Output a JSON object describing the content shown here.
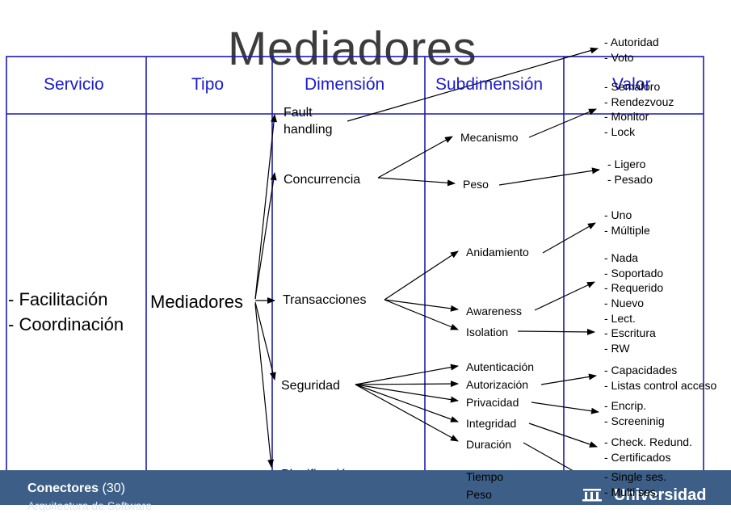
{
  "title": "Mediadores",
  "headers": [
    "Servicio",
    "Tipo",
    "Dimensión",
    "Subdimensión",
    "Valor"
  ],
  "servicio": [
    "- Facilitación",
    "- Coordinación"
  ],
  "tipo": "Mediadores",
  "dimensiones": {
    "fault": [
      "Fault",
      "handling"
    ],
    "concurrencia": "Concurrencia",
    "transacciones": "Transacciones",
    "seguridad": "Seguridad",
    "planificacion": "Planificación"
  },
  "subdimensiones": [
    "Mecanismo",
    "Peso",
    "Anidamiento",
    "Awareness",
    "Isolation",
    "Autenticación",
    "Autorización",
    "Privacidad",
    "Integridad",
    "Duración",
    "Tiempo",
    "Peso"
  ],
  "valores": {
    "fault": [
      "- Autoridad",
      "- Voto"
    ],
    "mecanismo": [
      "- Semáforo",
      "- Rendezvouz",
      "- Monitor",
      "- Lock"
    ],
    "peso": [
      "- Ligero",
      "- Pesado"
    ],
    "anidamiento": [
      "- Uno",
      "- Múltiple"
    ],
    "awareness": [
      "- Nada",
      "- Soportado",
      "- Requerido"
    ],
    "isolation": [
      "- Nuevo",
      "- Lect.",
      "- Escritura",
      "- RW"
    ],
    "autorizacion": [
      "- Capacidades",
      "- Listas control acceso"
    ],
    "privacidad": [
      "- Encrip.",
      "- Screeninig"
    ],
    "integridad": [
      "- Check. Redund.",
      "- Certificados"
    ],
    "duracion": [
      "- Single ses.",
      "- Multi ses."
    ]
  },
  "footer": {
    "course": "Conectores",
    "page": "(30)",
    "subtitle": "Arquitectura de Software",
    "logo": "Universidad"
  }
}
